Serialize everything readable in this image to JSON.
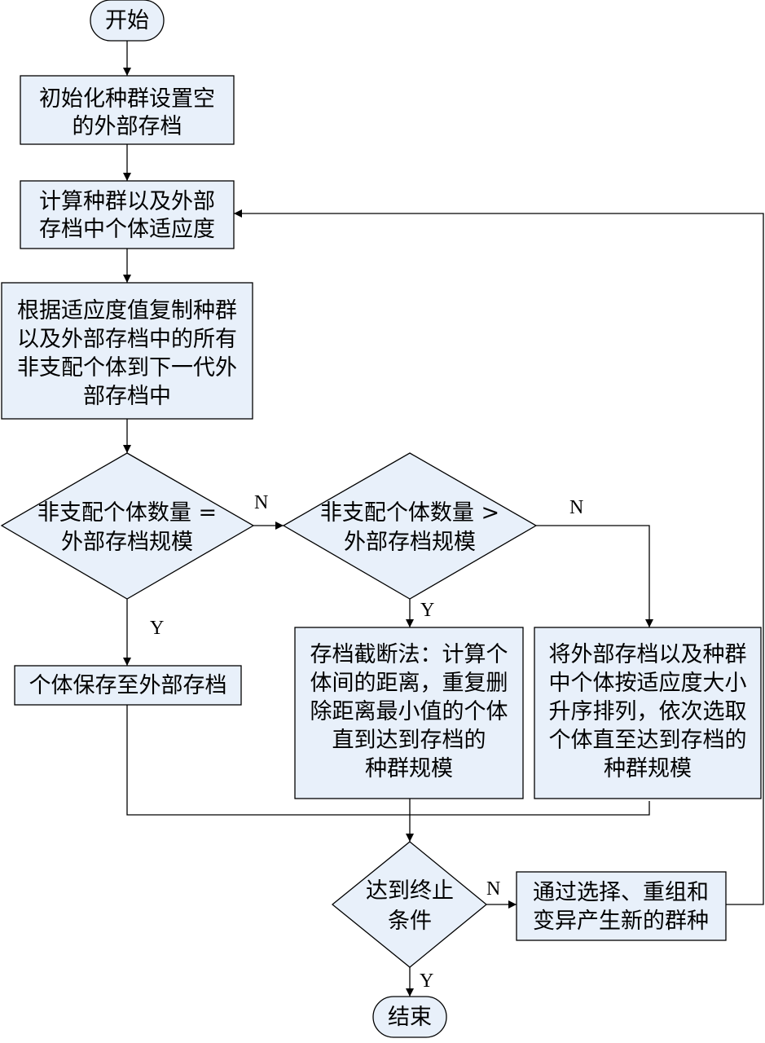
{
  "flowchart": {
    "start": "开始",
    "init": [
      "初始化种群设置空",
      "的外部存档"
    ],
    "fitness": [
      "计算种群以及外部",
      "存档中个体适应度"
    ],
    "copy": [
      "根据适应度值复制种群",
      "以及外部存档中的所有",
      "非支配个体到下一代外",
      "部存档中"
    ],
    "decision_equal": [
      "非支配个体数量 =",
      "外部存档规模"
    ],
    "decision_greater": [
      "非支配个体数量 >",
      "外部存档规模"
    ],
    "save": "个体保存至外部存档",
    "truncate": [
      "存档截断法：计算个",
      "体间的距离，重复删",
      "除距离最小值的个体",
      "直到达到存档的",
      "种群规模"
    ],
    "sort": [
      "将外部存档以及种群",
      "中个体按适应度大小",
      "升序排列，依次选取",
      "个体直至达到存档的",
      "种群规模"
    ],
    "decision_end": [
      "达到终止",
      "条件"
    ],
    "evolve": [
      "通过选择、重组和",
      "变异产生新的群种"
    ],
    "end": "结束",
    "labels": {
      "yes": "Y",
      "no": "N"
    }
  }
}
